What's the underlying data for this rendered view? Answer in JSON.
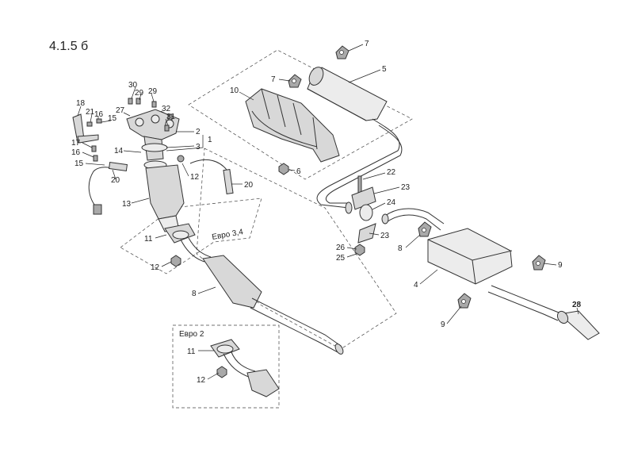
{
  "title": "4.1.5 б",
  "boxes": {
    "euro34": "Евро 3,4",
    "euro2": "Евро 2"
  },
  "callouts": [
    {
      "id": "c7a",
      "text": "7"
    },
    {
      "id": "c7b",
      "text": "7"
    },
    {
      "id": "c5",
      "text": "5"
    },
    {
      "id": "c10",
      "text": "10"
    },
    {
      "id": "c6",
      "text": "6"
    },
    {
      "id": "c30",
      "text": "30"
    },
    {
      "id": "c29a",
      "text": "29"
    },
    {
      "id": "c29b",
      "text": "29"
    },
    {
      "id": "c27",
      "text": "27"
    },
    {
      "id": "c32",
      "text": "32"
    },
    {
      "id": "c31",
      "text": "31"
    },
    {
      "id": "c18",
      "text": "18"
    },
    {
      "id": "c21",
      "text": "21"
    },
    {
      "id": "c16a",
      "text": "16"
    },
    {
      "id": "c15a",
      "text": "15"
    },
    {
      "id": "c2",
      "text": "2"
    },
    {
      "id": "c1",
      "text": "1"
    },
    {
      "id": "c3",
      "text": "3"
    },
    {
      "id": "c14",
      "text": "14"
    },
    {
      "id": "c17",
      "text": "17"
    },
    {
      "id": "c16b",
      "text": "16"
    },
    {
      "id": "c15b",
      "text": "15"
    },
    {
      "id": "c12a",
      "text": "12"
    },
    {
      "id": "c20a",
      "text": "20"
    },
    {
      "id": "c20b",
      "text": "20"
    },
    {
      "id": "c13",
      "text": "13"
    },
    {
      "id": "c11a",
      "text": "11"
    },
    {
      "id": "c12b",
      "text": "12"
    },
    {
      "id": "c8a",
      "text": "8"
    },
    {
      "id": "c22",
      "text": "22"
    },
    {
      "id": "c23a",
      "text": "23"
    },
    {
      "id": "c24",
      "text": "24"
    },
    {
      "id": "c23b",
      "text": "23"
    },
    {
      "id": "c26",
      "text": "26"
    },
    {
      "id": "c25",
      "text": "25"
    },
    {
      "id": "c8b",
      "text": "8"
    },
    {
      "id": "c4",
      "text": "4"
    },
    {
      "id": "c9a",
      "text": "9"
    },
    {
      "id": "c9b",
      "text": "9"
    },
    {
      "id": "c28",
      "text": "28"
    },
    {
      "id": "c11b",
      "text": "11"
    },
    {
      "id": "c12c",
      "text": "12"
    }
  ]
}
